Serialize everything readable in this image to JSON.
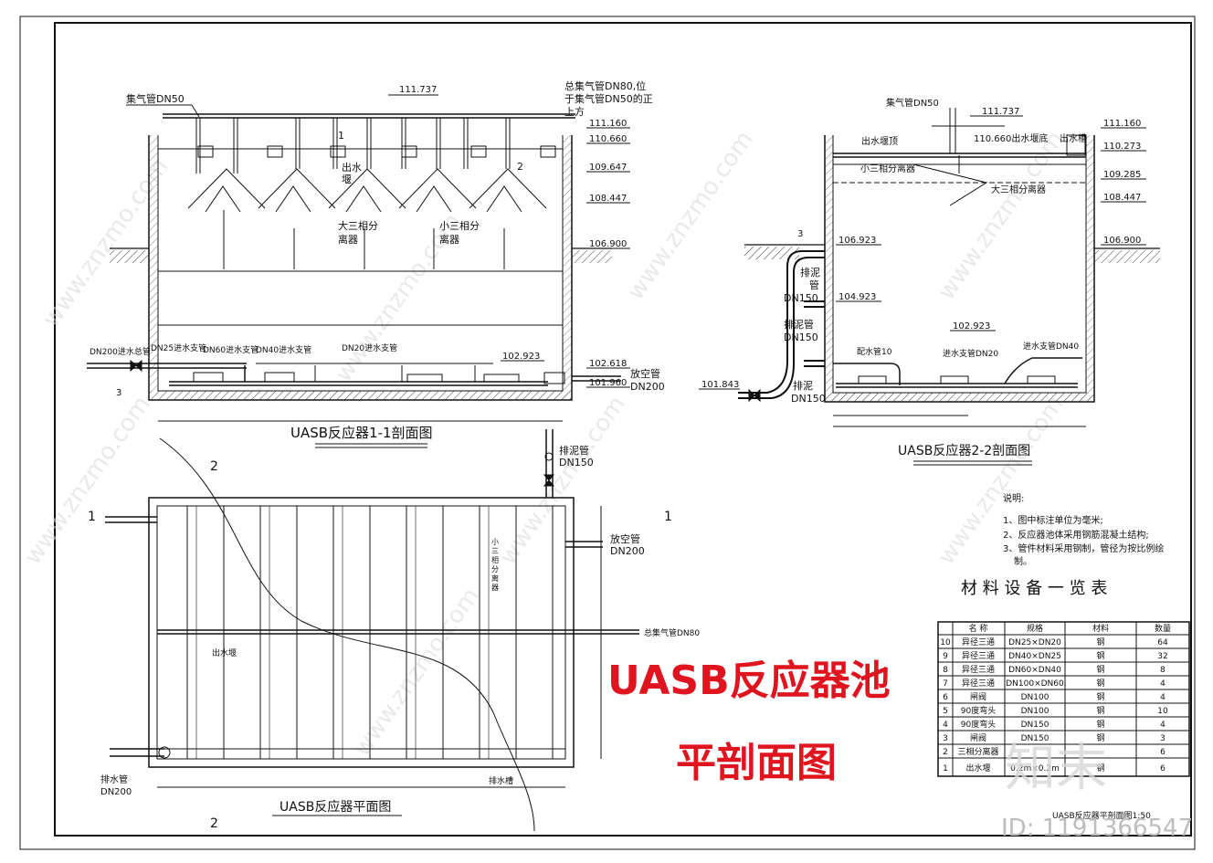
{
  "colors": {
    "line": "#111111",
    "title_red": "#e0141e",
    "watermark": "#d5d5d5",
    "hatch": "#333333"
  },
  "section11": {
    "title": "UASB反应器1-1剖面图",
    "labels": {
      "gas_pipe": "集气管DN50",
      "main_gas_1": "总集气管DN80,位",
      "main_gas_2": "于集气管DN50的正",
      "main_gas_3": "上方",
      "weir_1": "出水",
      "weir_2": "堰",
      "big_sep_1": "大三相分",
      "big_sep_2": "离器",
      "small_sep_1": "小三相分",
      "small_sep_2": "离器",
      "inlet_main": "DN200进水总管",
      "branch_25": "DN25进水支管",
      "branch_60": "DN60进水支管",
      "branch_40": "DN40进水支管",
      "branch_20": "DN20进水支管",
      "vent_1": "放空管",
      "vent_2": "DN200",
      "marker_1": "1",
      "marker_2": "2",
      "marker_3": "3"
    },
    "elevations": [
      "111.737",
      "111.160",
      "110.660",
      "109.647",
      "108.447",
      "106.900",
      "102.923",
      "102.618",
      "101.960"
    ]
  },
  "section22": {
    "title": "UASB反应器2-2剖面图",
    "labels": {
      "gas_pipe": "集气管DN50",
      "weir_top": "出水堰顶",
      "weir_bottom": "110.660出水堰底",
      "outlet": "出水槽",
      "small_sep": "小三相分离器",
      "big_sep": "大三相分离器",
      "sludge_1a": "排泥",
      "sludge_1b": "管",
      "sludge_1c": "DN150",
      "sludge_2a": "排泥管",
      "sludge_2b": "DN150",
      "sludge_3a": "排泥",
      "sludge_3b": "DN150",
      "dist_pipe": "配水管10",
      "branch_20": "进水支管DN20",
      "branch_40": "进水支管DN40",
      "marker_3": "3"
    },
    "elevations": [
      "111.737",
      "111.160",
      "110.273",
      "109.285",
      "108.447",
      "106.923",
      "106.900",
      "104.923",
      "102.923",
      "101.843"
    ]
  },
  "plan": {
    "title": "UASB反应器平面图",
    "labels": {
      "sludge_1": "排泥管",
      "sludge_2": "DN150",
      "vent_1": "放空管",
      "vent_2": "DN200",
      "small_sep": [
        "小",
        "三",
        "相",
        "分",
        "离",
        "器"
      ],
      "weir": "出水堰",
      "main_gas": "总集气管DN80",
      "drain_1": "排水管",
      "drain_2": "DN200",
      "drain_channel": "排水槽",
      "marker_1": "1",
      "marker_2": "2"
    }
  },
  "notes": {
    "heading": "说明:",
    "lines": [
      "1、图中标注单位为毫米;",
      "2、反应器池体采用钢筋混凝土结构;",
      "3、管件材料采用钢制，管径为按比例绘",
      "制。"
    ]
  },
  "table": {
    "title": "材 料 设 备 一 览 表",
    "headers": [
      "",
      "名 称",
      "规格",
      "材料",
      "数量"
    ],
    "rows": [
      [
        "10",
        "异径三通",
        "DN25×DN20",
        "钢",
        "64"
      ],
      [
        "9",
        "异径三通",
        "DN40×DN25",
        "钢",
        "32"
      ],
      [
        "8",
        "异径三通",
        "DN60×DN40",
        "钢",
        "8"
      ],
      [
        "7",
        "异径三通",
        "DN100×DN60",
        "钢",
        "4"
      ],
      [
        "6",
        "闸阀",
        "DN100",
        "钢",
        "4"
      ],
      [
        "5",
        "90度弯头",
        "DN100",
        "钢",
        "10"
      ],
      [
        "4",
        "90度弯头",
        "DN150",
        "钢",
        "4"
      ],
      [
        "3",
        "闸阀",
        "DN150",
        "钢",
        "3"
      ],
      [
        "2",
        "三相分离器",
        "",
        "",
        "6"
      ],
      [
        "1",
        "出水堰",
        "0.2m×0.2m",
        "钢",
        "6"
      ]
    ],
    "caption": "UASB反应器平剖面图1:50"
  },
  "big_title": {
    "line1": "UASB反应器池",
    "line2": "平剖面图"
  },
  "watermark": {
    "site": "www.znzmo.com",
    "brand": "知末",
    "id": "ID: 1191366547"
  }
}
